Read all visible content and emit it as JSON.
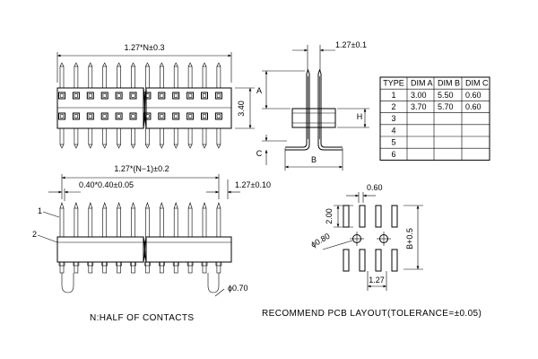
{
  "top_view": {
    "width_dim": "1.27*N±0.3",
    "height_dim": "3.40"
  },
  "side_view": {
    "pitch_dim": "1.27±0.1",
    "dim_a": "A",
    "dim_b": "B",
    "dim_c": "C",
    "dim_h": "H"
  },
  "table": {
    "headers": [
      "TYPE",
      "DIM A",
      "DIM B",
      "DIM C"
    ],
    "rows": [
      [
        "1",
        "3.00",
        "5.50",
        "0.60"
      ],
      [
        "2",
        "3.70",
        "5.70",
        "0.60"
      ],
      [
        "3",
        "",
        "",
        ""
      ],
      [
        "4",
        "",
        "",
        ""
      ],
      [
        "5",
        "",
        "",
        ""
      ],
      [
        "6",
        "",
        "",
        ""
      ]
    ]
  },
  "front_view": {
    "span_dim": "1.27*(N−1)±0.2",
    "pin_dim": "0.40*0.40±0.05",
    "edge_dim": "1.27±0.10",
    "hole_dim": "ϕ0.70",
    "callout_1": "1",
    "callout_2": "2"
  },
  "pcb_layout": {
    "pad_width": "0.60",
    "pad_length": "2.00",
    "hole_dia": "ϕ0.80",
    "row_spacing": "B+0.5",
    "pitch": "1.27"
  },
  "notes": {
    "half_contacts": "N:HALF  OF  CONTACTS",
    "pcb_note": "RECOMMEND  PCB  LAYOUT(TOLERANCE=±0.05)"
  }
}
